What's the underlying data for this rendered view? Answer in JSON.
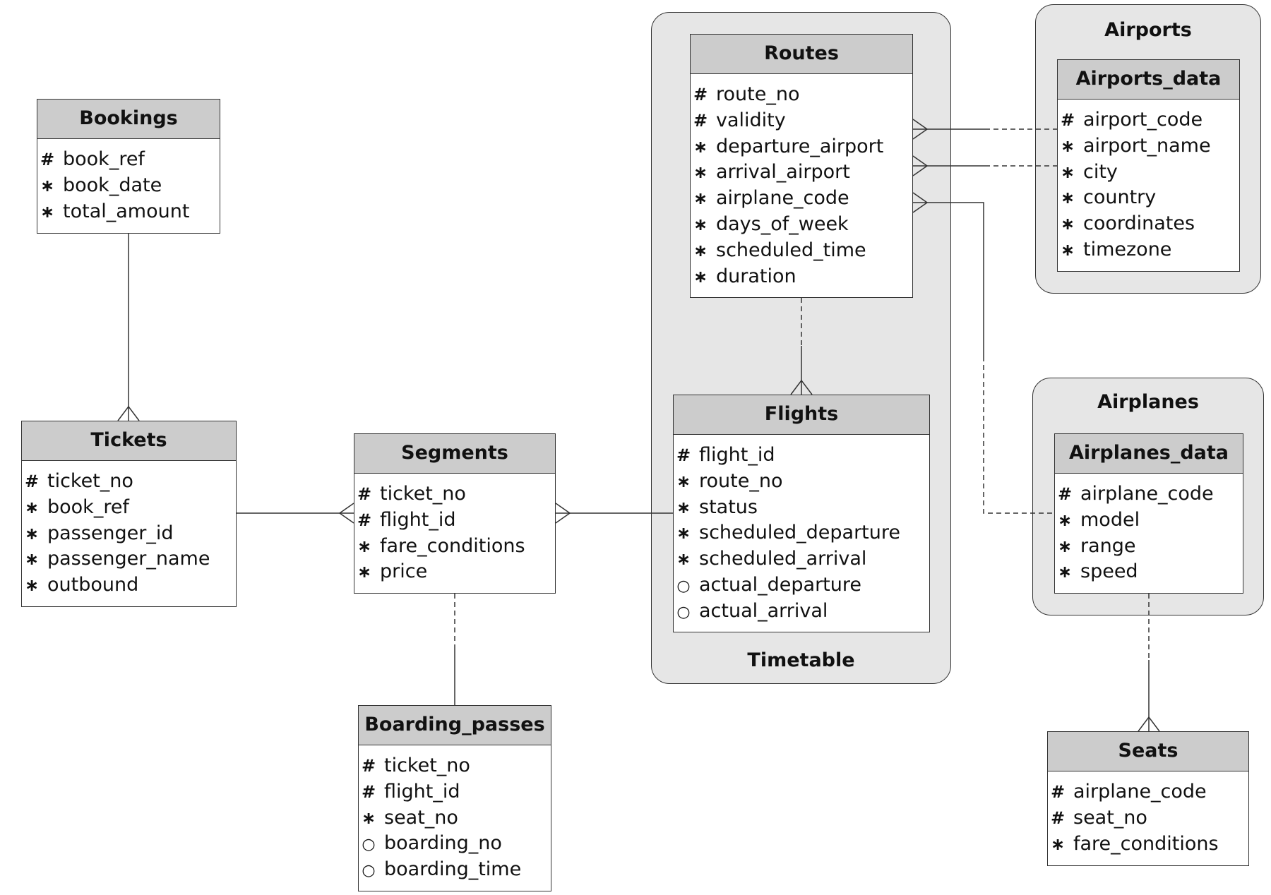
{
  "symbols": {
    "pk": "#",
    "mandatory": "∗",
    "optional": "○"
  },
  "groups": {
    "timetable": {
      "label": "Timetable"
    },
    "airports": {
      "label": "Airports"
    },
    "airplanes": {
      "label": "Airplanes"
    }
  },
  "entities": {
    "bookings": {
      "name": "Bookings",
      "attrs": [
        {
          "kind": "pk",
          "name": "book_ref"
        },
        {
          "kind": "mandatory",
          "name": "book_date"
        },
        {
          "kind": "mandatory",
          "name": "total_amount"
        }
      ]
    },
    "tickets": {
      "name": "Tickets",
      "attrs": [
        {
          "kind": "pk",
          "name": "ticket_no"
        },
        {
          "kind": "mandatory",
          "name": "book_ref"
        },
        {
          "kind": "mandatory",
          "name": "passenger_id"
        },
        {
          "kind": "mandatory",
          "name": "passenger_name"
        },
        {
          "kind": "mandatory",
          "name": "outbound"
        }
      ]
    },
    "segments": {
      "name": "Segments",
      "attrs": [
        {
          "kind": "pk",
          "name": "ticket_no"
        },
        {
          "kind": "pk",
          "name": "flight_id"
        },
        {
          "kind": "mandatory",
          "name": "fare_conditions"
        },
        {
          "kind": "mandatory",
          "name": "price"
        }
      ]
    },
    "boarding_passes": {
      "name": "Boarding_passes",
      "attrs": [
        {
          "kind": "pk",
          "name": "ticket_no"
        },
        {
          "kind": "pk",
          "name": "flight_id"
        },
        {
          "kind": "mandatory",
          "name": "seat_no"
        },
        {
          "kind": "optional",
          "name": "boarding_no"
        },
        {
          "kind": "optional",
          "name": "boarding_time"
        }
      ]
    },
    "routes": {
      "name": "Routes",
      "attrs": [
        {
          "kind": "pk",
          "name": "route_no"
        },
        {
          "kind": "pk",
          "name": "validity"
        },
        {
          "kind": "mandatory",
          "name": "departure_airport"
        },
        {
          "kind": "mandatory",
          "name": "arrival_airport"
        },
        {
          "kind": "mandatory",
          "name": "airplane_code"
        },
        {
          "kind": "mandatory",
          "name": "days_of_week"
        },
        {
          "kind": "mandatory",
          "name": "scheduled_time"
        },
        {
          "kind": "mandatory",
          "name": "duration"
        }
      ]
    },
    "flights": {
      "name": "Flights",
      "attrs": [
        {
          "kind": "pk",
          "name": "flight_id"
        },
        {
          "kind": "mandatory",
          "name": "route_no"
        },
        {
          "kind": "mandatory",
          "name": "status"
        },
        {
          "kind": "mandatory",
          "name": "scheduled_departure"
        },
        {
          "kind": "mandatory",
          "name": "scheduled_arrival"
        },
        {
          "kind": "optional",
          "name": "actual_departure"
        },
        {
          "kind": "optional",
          "name": "actual_arrival"
        }
      ]
    },
    "airports_data": {
      "name": "Airports_data",
      "attrs": [
        {
          "kind": "pk",
          "name": "airport_code"
        },
        {
          "kind": "mandatory",
          "name": "airport_name"
        },
        {
          "kind": "mandatory",
          "name": "city"
        },
        {
          "kind": "mandatory",
          "name": "country"
        },
        {
          "kind": "mandatory",
          "name": "coordinates"
        },
        {
          "kind": "mandatory",
          "name": "timezone"
        }
      ]
    },
    "airplanes_data": {
      "name": "Airplanes_data",
      "attrs": [
        {
          "kind": "pk",
          "name": "airplane_code"
        },
        {
          "kind": "mandatory",
          "name": "model"
        },
        {
          "kind": "mandatory",
          "name": "range"
        },
        {
          "kind": "mandatory",
          "name": "speed"
        }
      ]
    },
    "seats": {
      "name": "Seats",
      "attrs": [
        {
          "kind": "pk",
          "name": "airplane_code"
        },
        {
          "kind": "pk",
          "name": "seat_no"
        },
        {
          "kind": "mandatory",
          "name": "fare_conditions"
        }
      ]
    }
  }
}
